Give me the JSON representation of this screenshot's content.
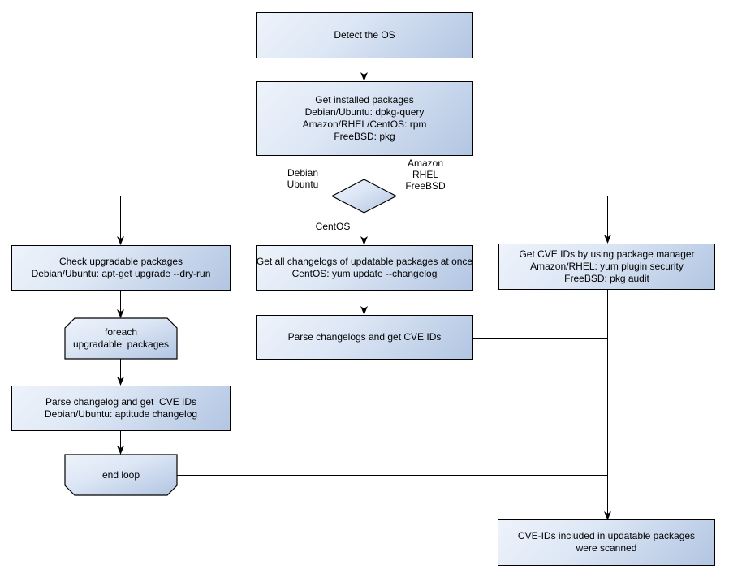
{
  "diagram_type": "flowchart",
  "colors": {
    "node_fill_light": "#eef3fb",
    "node_fill_dark": "#b2c5e2",
    "border": "#000000",
    "background": "#ffffff"
  },
  "nodes": {
    "detect_os": {
      "shape": "rect",
      "label": "Detect the OS"
    },
    "get_installed": {
      "shape": "rect",
      "label": "Get installed packages\nDebian/Ubuntu: dpkg-query\nAmazon/RHEL/CentOS: rpm\nFreeBSD: pkg"
    },
    "os_decision": {
      "shape": "diamond",
      "label": ""
    },
    "check_upgradable": {
      "shape": "rect",
      "label": "Check upgradable packages\nDebian/Ubuntu: apt-get upgrade --dry-run"
    },
    "foreach_loop": {
      "shape": "loop-start",
      "label": "foreach\nupgradable  packages"
    },
    "parse_changelog_deb": {
      "shape": "rect",
      "label": "Parse changelog and get  CVE IDs\nDebian/Ubuntu: aptitude changelog"
    },
    "end_loop": {
      "shape": "loop-end",
      "label": "end loop"
    },
    "get_changelogs_centos": {
      "shape": "rect",
      "label": "Get all changelogs of updatable packages at once\nCentOS: yum update --changelog"
    },
    "parse_changelogs_centos": {
      "shape": "rect",
      "label": "Parse changelogs and get CVE IDs"
    },
    "get_cve_pkgmgr": {
      "shape": "rect",
      "label": "Get CVE IDs by using package manager\nAmazon/RHEL: yum plugin security\nFreeBSD: pkg audit"
    },
    "result": {
      "shape": "rect",
      "label": "CVE-IDs included in updatable packages\nwere scanned"
    }
  },
  "edge_labels": {
    "debian_ubuntu": "Debian\nUbuntu",
    "amazon_rhel_freebsd": "Amazon\nRHEL\nFreeBSD",
    "centos": "CentOS"
  }
}
